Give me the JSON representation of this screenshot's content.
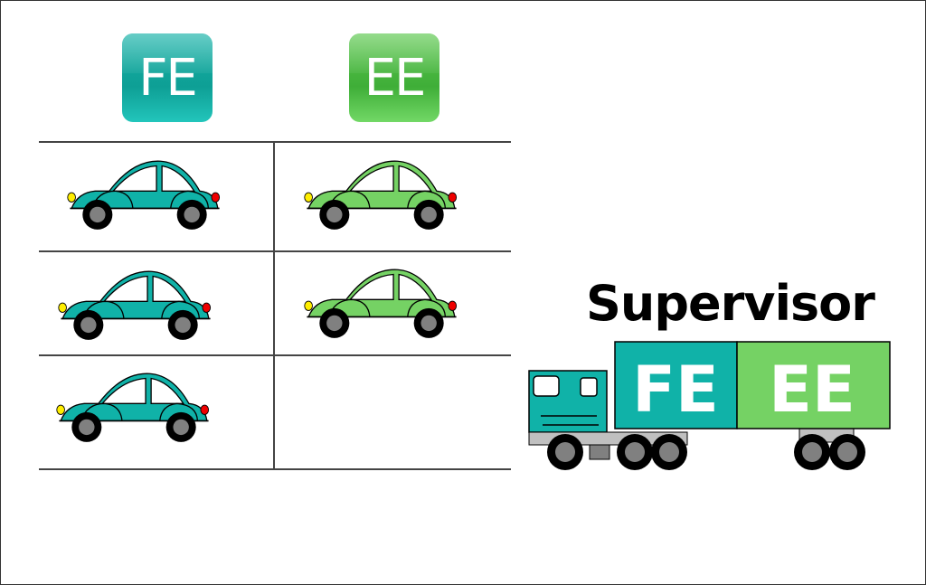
{
  "header": {
    "fe_icon_label": "FE",
    "ee_icon_label": "EE"
  },
  "colors": {
    "fe_teal": "#10b2a8",
    "ee_green": "#75d264",
    "wheel": "#000000",
    "hub": "#808080",
    "front_light": "#ffee00",
    "rear_light": "#ee0000"
  },
  "grid": {
    "columns": [
      "FE",
      "EE"
    ],
    "rows": [
      [
        "teal-car",
        "green-car"
      ],
      [
        "teal-car",
        "green-car"
      ],
      [
        "teal-car",
        ""
      ]
    ]
  },
  "supervisor": {
    "title": "Supervisor",
    "container_left": "FE",
    "container_right": "EE"
  }
}
